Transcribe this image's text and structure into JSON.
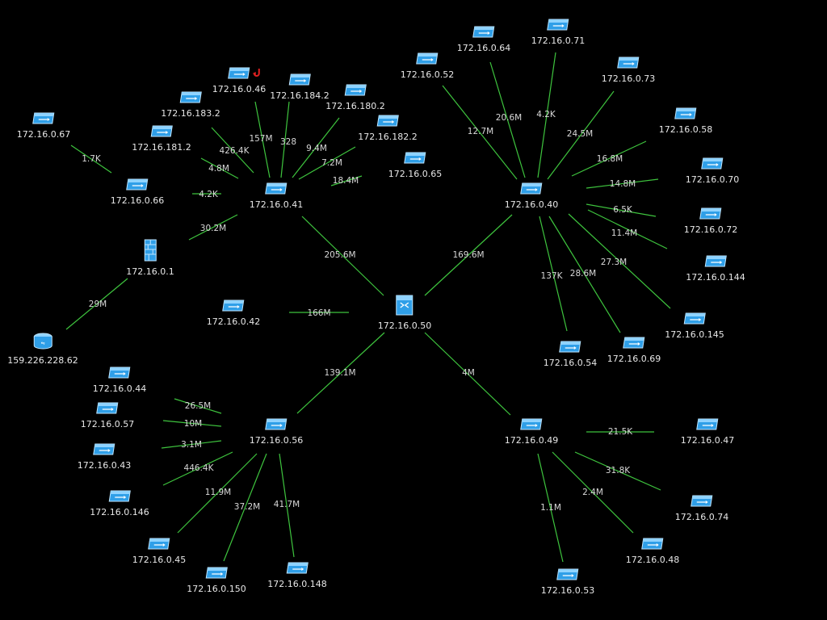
{
  "colors": {
    "background": "#000000",
    "link": "#3ec43e",
    "label": "#e8e8e8",
    "device": "#2f9fe8",
    "alert": "#e02020"
  },
  "nodes": [
    {
      "id": "n50",
      "label": "172.16.0.50",
      "icon": "hub-switch-icon"
    },
    {
      "id": "n41",
      "label": "172.16.0.41",
      "icon": "router-icon"
    },
    {
      "id": "n40",
      "label": "172.16.0.40",
      "icon": "router-icon"
    },
    {
      "id": "n56",
      "label": "172.16.0.56",
      "icon": "router-icon"
    },
    {
      "id": "n49",
      "label": "172.16.0.49",
      "icon": "router-icon"
    },
    {
      "id": "n1",
      "label": "172.16.0.1",
      "icon": "firewall-icon"
    },
    {
      "id": "ext",
      "label": "159.226.228.62",
      "icon": "internet-router-icon"
    },
    {
      "id": "n42",
      "label": "172.16.0.42",
      "icon": "router-icon"
    },
    {
      "id": "n67",
      "label": "172.16.0.67",
      "icon": "router-icon"
    },
    {
      "id": "n66",
      "label": "172.16.0.66",
      "icon": "router-icon"
    },
    {
      "id": "n1812",
      "label": "172.16.181.2",
      "icon": "router-icon"
    },
    {
      "id": "n1832",
      "label": "172.16.183.2",
      "icon": "router-icon"
    },
    {
      "id": "n46",
      "label": "172.16.0.46",
      "icon": "router-icon",
      "alert": true
    },
    {
      "id": "n1842",
      "label": "172.16.184.2",
      "icon": "router-icon"
    },
    {
      "id": "n1802",
      "label": "172.16.180.2",
      "icon": "router-icon"
    },
    {
      "id": "n1822",
      "label": "172.16.182.2",
      "icon": "router-icon"
    },
    {
      "id": "n65",
      "label": "172.16.0.65",
      "icon": "router-icon"
    },
    {
      "id": "n52",
      "label": "172.16.0.52",
      "icon": "router-icon"
    },
    {
      "id": "n64",
      "label": "172.16.0.64",
      "icon": "router-icon"
    },
    {
      "id": "n71",
      "label": "172.16.0.71",
      "icon": "router-icon"
    },
    {
      "id": "n73",
      "label": "172.16.0.73",
      "icon": "router-icon"
    },
    {
      "id": "n58",
      "label": "172.16.0.58",
      "icon": "router-icon"
    },
    {
      "id": "n70",
      "label": "172.16.0.70",
      "icon": "router-icon"
    },
    {
      "id": "n72",
      "label": "172.16.0.72",
      "icon": "router-icon"
    },
    {
      "id": "n144",
      "label": "172.16.0.144",
      "icon": "router-icon"
    },
    {
      "id": "n145",
      "label": "172.16.0.145",
      "icon": "router-icon"
    },
    {
      "id": "n69",
      "label": "172.16.0.69",
      "icon": "router-icon"
    },
    {
      "id": "n54",
      "label": "172.16.0.54",
      "icon": "router-icon"
    },
    {
      "id": "n44",
      "label": "172.16.0.44",
      "icon": "router-icon"
    },
    {
      "id": "n57",
      "label": "172.16.0.57",
      "icon": "router-icon"
    },
    {
      "id": "n43",
      "label": "172.16.0.43",
      "icon": "router-icon"
    },
    {
      "id": "n146",
      "label": "172.16.0.146",
      "icon": "router-icon"
    },
    {
      "id": "n45",
      "label": "172.16.0.45",
      "icon": "router-icon"
    },
    {
      "id": "n150",
      "label": "172.16.0.150",
      "icon": "router-icon"
    },
    {
      "id": "n148",
      "label": "172.16.0.148",
      "icon": "router-icon"
    },
    {
      "id": "n47",
      "label": "172.16.0.47",
      "icon": "router-icon"
    },
    {
      "id": "n74",
      "label": "172.16.0.74",
      "icon": "router-icon"
    },
    {
      "id": "n48",
      "label": "172.16.0.48",
      "icon": "router-icon"
    },
    {
      "id": "n53",
      "label": "172.16.0.53",
      "icon": "router-icon"
    }
  ],
  "links": [
    {
      "from": "n50",
      "to": "n41",
      "label": "205.6M"
    },
    {
      "from": "n50",
      "to": "n40",
      "label": "169.6M"
    },
    {
      "from": "n50",
      "to": "n56",
      "label": "139.1M"
    },
    {
      "from": "n50",
      "to": "n49",
      "label": "4M"
    },
    {
      "from": "n50",
      "to": "n42",
      "label": "166M"
    },
    {
      "from": "n41",
      "to": "n1832",
      "label": "426.4K"
    },
    {
      "from": "n41",
      "to": "n1812",
      "label": "4.8M"
    },
    {
      "from": "n41",
      "to": "n66",
      "label": "4.2K"
    },
    {
      "from": "n41",
      "to": "n1",
      "label": "30.2M"
    },
    {
      "from": "n41",
      "to": "n46",
      "label": "157M"
    },
    {
      "from": "n41",
      "to": "n1842",
      "label": "328"
    },
    {
      "from": "n41",
      "to": "n1802",
      "label": "9.4M"
    },
    {
      "from": "n41",
      "to": "n1822",
      "label": "7.2M"
    },
    {
      "from": "n41",
      "to": "n65",
      "label": "18.4M"
    },
    {
      "from": "n66",
      "to": "n67",
      "label": "1.7K"
    },
    {
      "from": "n1",
      "to": "ext",
      "label": "29M"
    },
    {
      "from": "n40",
      "to": "n52",
      "label": "12.7M"
    },
    {
      "from": "n40",
      "to": "n64",
      "label": "20.6M"
    },
    {
      "from": "n40",
      "to": "n71",
      "label": "4.2K"
    },
    {
      "from": "n40",
      "to": "n73",
      "label": "24.5M"
    },
    {
      "from": "n40",
      "to": "n58",
      "label": "16.8M"
    },
    {
      "from": "n40",
      "to": "n70",
      "label": "14.8M"
    },
    {
      "from": "n40",
      "to": "n72",
      "label": "6.5K"
    },
    {
      "from": "n40",
      "to": "n144",
      "label": "11.4M"
    },
    {
      "from": "n40",
      "to": "n145",
      "label": "27.3M"
    },
    {
      "from": "n40",
      "to": "n69",
      "label": "28.6M"
    },
    {
      "from": "n40",
      "to": "n54",
      "label": "137K"
    },
    {
      "from": "n56",
      "to": "n44",
      "label": "26.5M"
    },
    {
      "from": "n56",
      "to": "n57",
      "label": "10M"
    },
    {
      "from": "n56",
      "to": "n43",
      "label": "3.1M"
    },
    {
      "from": "n56",
      "to": "n146",
      "label": "446.4K"
    },
    {
      "from": "n56",
      "to": "n45",
      "label": "11.9M"
    },
    {
      "from": "n56",
      "to": "n150",
      "label": "37.2M"
    },
    {
      "from": "n56",
      "to": "n148",
      "label": "41.7M"
    },
    {
      "from": "n49",
      "to": "n47",
      "label": "21.5K"
    },
    {
      "from": "n49",
      "to": "n74",
      "label": "31.8K"
    },
    {
      "from": "n49",
      "to": "n48",
      "label": "2.4M"
    },
    {
      "from": "n49",
      "to": "n53",
      "label": "1.1M"
    }
  ]
}
